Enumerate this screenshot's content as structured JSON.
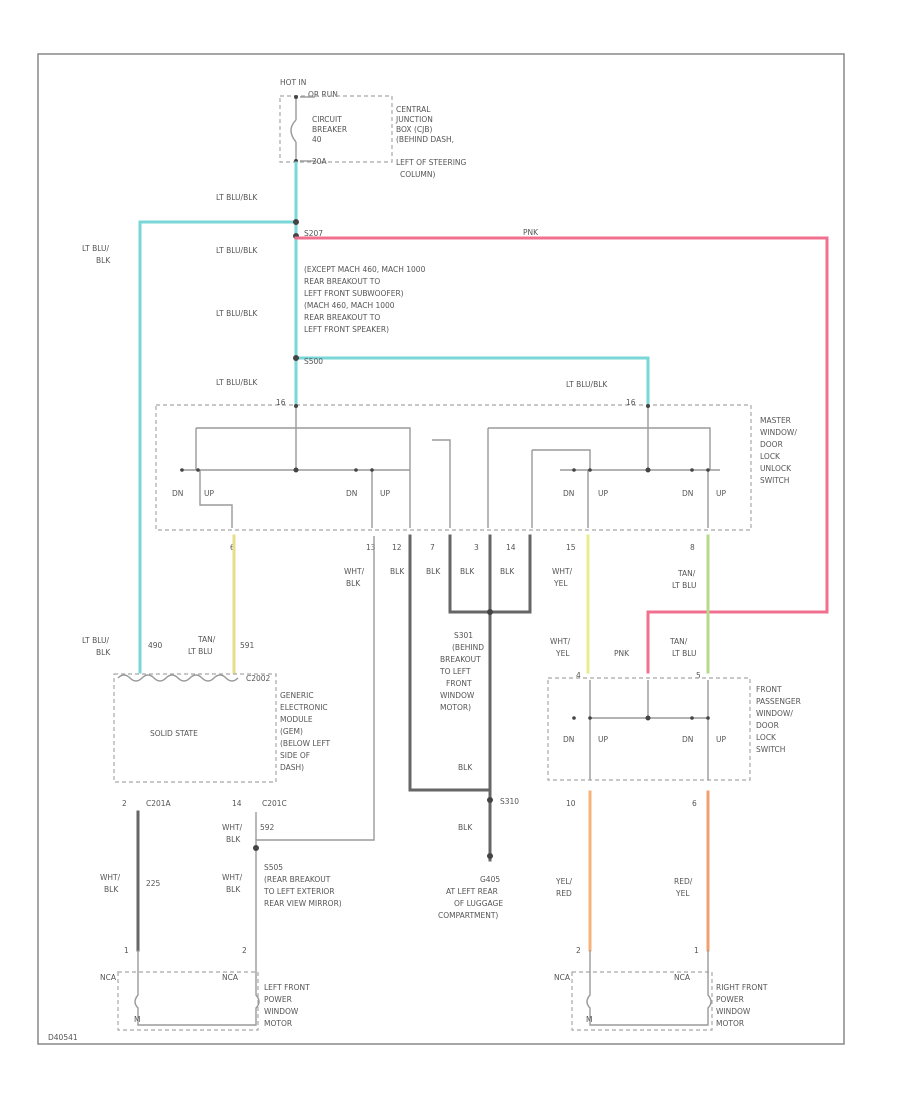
{
  "colors": {
    "lt_blu_blk": "#7ad7d8",
    "pnk": "#f0708f",
    "tan_lt_blu": "#eadc88",
    "wht_yel": "#e9ec8c",
    "tan_lt_blu_right": "#b6d98a",
    "yel_red": "#f6b27a",
    "red_yel": "#f0a070",
    "blk": "#666666",
    "border": "#888888"
  },
  "power": {
    "hot_label": "HOT IN",
    "hot_sub": "OR RUN",
    "cb_lines": [
      "CIRCUIT",
      "BREAKER",
      "40",
      "20A"
    ],
    "cjb_lines": [
      "CENTRAL",
      "JUNCTION",
      "BOX (CJB)",
      "(BEHIND DASH,",
      "LEFT OF STEERING",
      "COLUMN)"
    ]
  },
  "wire_labels": {
    "top_ltblublk": "LT BLU/BLK",
    "s207": "S207",
    "mid1_ltblublk": "LT BLU/BLK",
    "mid2_ltblublk": "LT BLU/BLK",
    "master_ltblublk": "LT BLU/BLK",
    "right_ltblublk": "LT BLU/BLK",
    "left_ltblu": "LT BLU/",
    "left_blk": "BLK",
    "pnk": "PNK",
    "s500": "S500"
  },
  "splice_note": [
    "(EXCEPT MACH 460, MACH 1000",
    "REAR BREAKOUT TO",
    "LEFT FRONT SUBWOOFER)",
    "(MACH 460, MACH 1000",
    "REAR BREAKOUT TO",
    "LEFT FRONT SPEAKER)"
  ],
  "master_switch": {
    "title_lines": [
      "MASTER",
      "WINDOW/",
      "DOOR",
      "LOCK",
      "UNLOCK",
      "SWITCH"
    ],
    "dn_label": "DN",
    "up_label": "UP",
    "pin_top_left": "16",
    "pin_top_right": "16",
    "pins": [
      "6",
      "13",
      "12",
      "7",
      "3",
      "14",
      "15",
      "8"
    ]
  },
  "master_wires": {
    "w6_a": "TAN/",
    "w6_b": "LT BLU",
    "w6_c": "591",
    "w13_a": "WHT/",
    "w13_b": "BLK",
    "w12": "BLK",
    "w7": "BLK",
    "w3": "BLK",
    "w14": "BLK",
    "w15_a": "WHT/",
    "w15_b": "YEL",
    "w8_a": "TAN/",
    "w8_b": "LT BLU"
  },
  "gem": {
    "ltblu": "LT BLU/",
    "blk": "BLK",
    "circuit_490": "490",
    "tan": "TAN/",
    "ltblu2": "LT BLU",
    "circuit_591": "591",
    "connector": "C2002",
    "solid_state": "SOLID STATE",
    "title_lines": [
      "GENERIC",
      "ELECTRONIC",
      "MODULE",
      "(GEM)",
      "(BELOW LEFT",
      "SIDE OF",
      "DASH)"
    ],
    "pin_2": "2",
    "pin_14": "14",
    "conn_left": "C201A",
    "conn_right": "C201C"
  },
  "s301": {
    "label_lines": [
      "S301",
      "(BEHIND",
      "BREAKOUT",
      "TO LEFT",
      "FRONT",
      "WINDOW",
      "MOTOR)"
    ],
    "blk": "BLK",
    "s310": "S310",
    "blk2": "BLK",
    "g405": "G405",
    "ground_lines": [
      "AT LEFT REAR",
      "OF LUGGAGE",
      "COMPARTMENT)"
    ]
  },
  "left_motor": {
    "wire1_a": "WHT/",
    "wire1_b": "BLK",
    "wire1_circuit": "225",
    "wire2_a": "WHT/",
    "wire2_b": "BLK",
    "wire2_circuit": "592",
    "wire3_a": "WHT/",
    "wire3_b": "BLK",
    "note_lines": [
      "S505",
      "(REAR BREAKOUT",
      "TO LEFT EXTERIOR",
      "REAR VIEW MIRROR)"
    ],
    "pin1": "1",
    "pin2": "2",
    "nca": "NCA",
    "nca2": "NCA",
    "m": "M",
    "title_lines": [
      "LEFT FRONT",
      "POWER",
      "WINDOW",
      "MOTOR"
    ]
  },
  "passenger_switch": {
    "wht": "WHT/",
    "yel": "YEL",
    "pnk": "PNK",
    "tan": "TAN/",
    "ltblu": "LT BLU",
    "pin_a": "4",
    "pin_b": "5",
    "title_lines": [
      "FRONT",
      "PASSENGER",
      "WINDOW/",
      "DOOR",
      "LOCK",
      "SWITCH"
    ],
    "dn_label": "DN",
    "up_label": "UP",
    "pin_10": "10",
    "pin_6": "6"
  },
  "right_motor": {
    "wire1_a": "YEL/",
    "wire1_b": "RED",
    "wire2_a": "RED/",
    "wire2_b": "YEL",
    "pin1": "2",
    "pin2": "1",
    "nca": "NCA",
    "nca2": "NCA",
    "m": "M",
    "title_lines": [
      "RIGHT FRONT",
      "POWER",
      "WINDOW",
      "MOTOR"
    ]
  },
  "footer_code": "D40541"
}
